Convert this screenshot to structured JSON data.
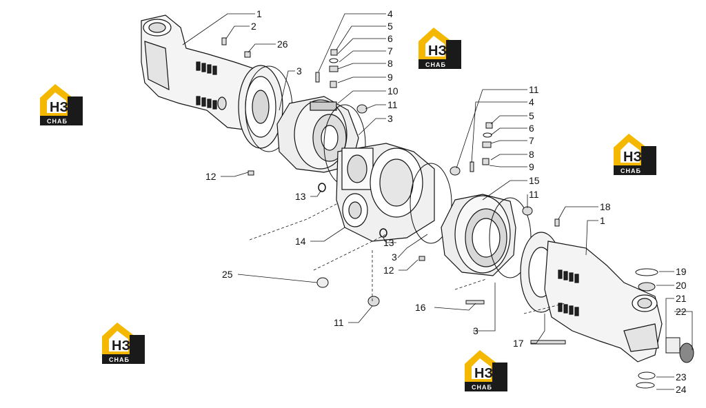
{
  "watermark": {
    "brand_text": "СНАБ",
    "brand_mark": "НЗ",
    "color_yellow": "#f5b800",
    "color_dark": "#1a1a1a"
  },
  "callouts": {
    "c1a": "1",
    "c2": "2",
    "c26": "26",
    "c3a": "3",
    "c4a": "4",
    "c5a": "5",
    "c6a": "6",
    "c7a": "7",
    "c8a": "8",
    "c9a": "9",
    "c10": "10",
    "c11a": "11",
    "c3b": "3",
    "c12a": "12",
    "c13a": "13",
    "c14": "14",
    "c25": "25",
    "c11b": "11",
    "c13b": "13",
    "c3c": "3",
    "c12b": "12",
    "c11c": "11",
    "c4b": "4",
    "c5b": "5",
    "c6b": "6",
    "c7b": "7",
    "c8b": "8",
    "c9b": "9",
    "c15": "15",
    "c11d": "11",
    "c18": "18",
    "c1b": "1",
    "c16": "16",
    "c3d": "3",
    "c17": "17",
    "c19": "19",
    "c20": "20",
    "c21": "21",
    "c22": "22",
    "c23": "23",
    "c24": "24"
  }
}
